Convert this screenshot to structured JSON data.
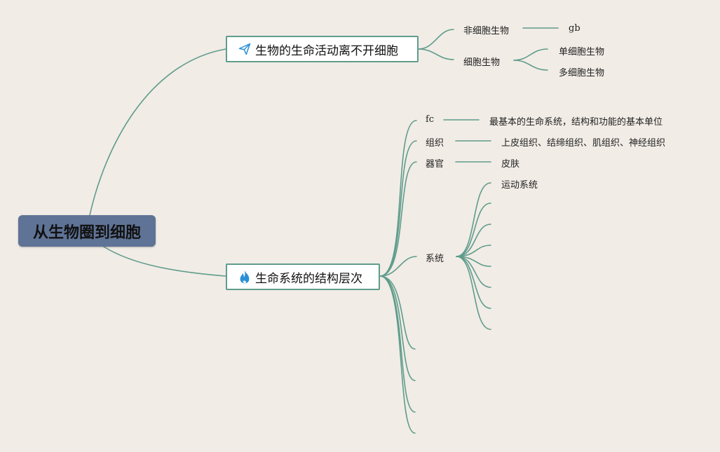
{
  "root": {
    "label": "从生物圈到细胞"
  },
  "branch1": {
    "label": "生物的生命活动离不开细胞",
    "icon": "paper-plane-icon",
    "children": [
      {
        "label": "非细胞生物",
        "child": "gb"
      },
      {
        "label": "细胞生物",
        "children": [
          "单细胞生物",
          "多细胞生物"
        ]
      }
    ]
  },
  "branch2": {
    "label": "生命系统的结构层次",
    "icon": "fire-icon",
    "levels": [
      {
        "label": "fc",
        "desc": "最基本的生命系统，结构和功能的基本单位"
      },
      {
        "label": "组织",
        "desc": "上皮组织、结缔组织、肌组织、神经组织"
      },
      {
        "label": "器官",
        "desc": "皮肤"
      },
      {
        "label": "系统",
        "sub": [
          "运动系统"
        ]
      }
    ]
  },
  "colors": {
    "line": "#5f9c8c",
    "root_bg": "#5f7396",
    "background": "#f1ece6",
    "plane": "#2a8fd6",
    "fire": "#2a8fd6"
  }
}
